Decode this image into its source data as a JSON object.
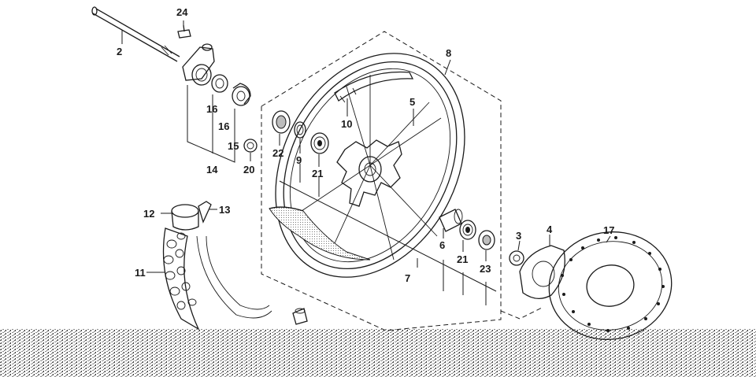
{
  "diagram": {
    "callouts": [
      {
        "id": "c24",
        "text": "24"
      },
      {
        "id": "c2",
        "text": "2"
      },
      {
        "id": "c16a",
        "text": "16"
      },
      {
        "id": "c16b",
        "text": "16"
      },
      {
        "id": "c15",
        "text": "15"
      },
      {
        "id": "c14",
        "text": "14"
      },
      {
        "id": "c20",
        "text": "20"
      },
      {
        "id": "c8",
        "text": "8"
      },
      {
        "id": "c10",
        "text": "10"
      },
      {
        "id": "c5",
        "text": "5"
      },
      {
        "id": "c22",
        "text": "22"
      },
      {
        "id": "c9",
        "text": "9"
      },
      {
        "id": "c21a",
        "text": "21"
      },
      {
        "id": "c12",
        "text": "12"
      },
      {
        "id": "c13",
        "text": "13"
      },
      {
        "id": "c11",
        "text": "11"
      },
      {
        "id": "c6",
        "text": "6"
      },
      {
        "id": "c21b",
        "text": "21"
      },
      {
        "id": "c23",
        "text": "23"
      },
      {
        "id": "c7",
        "text": "7"
      },
      {
        "id": "c3",
        "text": "3"
      },
      {
        "id": "c4",
        "text": "4"
      },
      {
        "id": "c17",
        "text": "17"
      }
    ]
  }
}
